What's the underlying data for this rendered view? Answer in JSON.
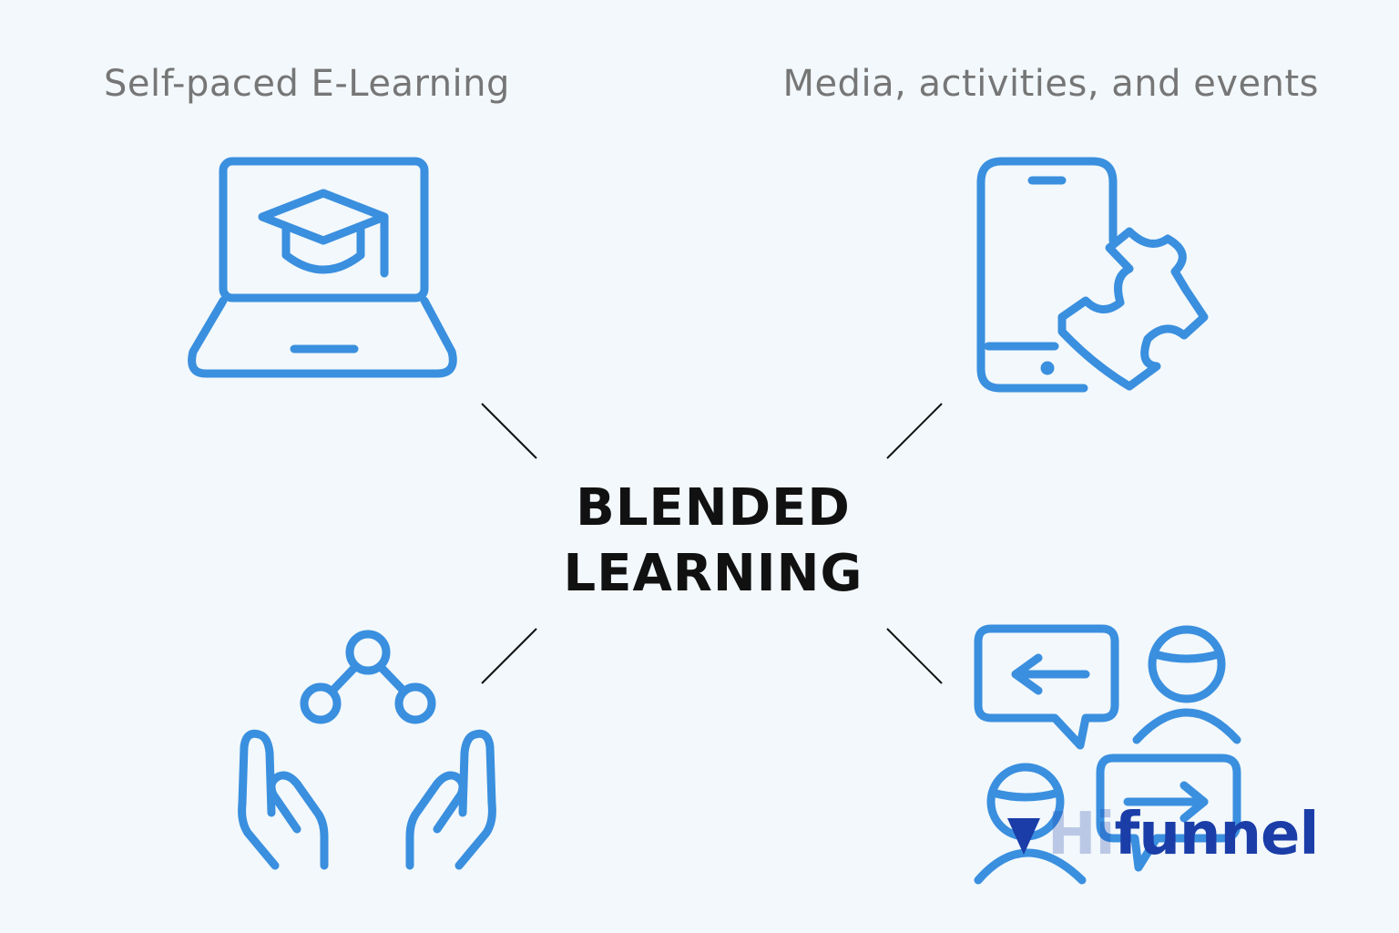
{
  "labels": {
    "top_left": "Self-paced E-Learning",
    "top_right": "Media, activities, and events"
  },
  "center": {
    "line1": "BLENDED",
    "line2": "LEARNING"
  },
  "logo": {
    "prefix": "Hi",
    "word": "funnel"
  },
  "icons": {
    "top_left": "laptop-graduation-cap-icon",
    "top_right": "phone-puzzle-icon",
    "bottom_left": "hands-network-icon",
    "bottom_right": "people-chat-icon"
  },
  "colors": {
    "background": "#f2f8fb",
    "icon": "#3a8fdf",
    "label": "#767676",
    "title": "#111111",
    "logo": "#1a3da8"
  }
}
